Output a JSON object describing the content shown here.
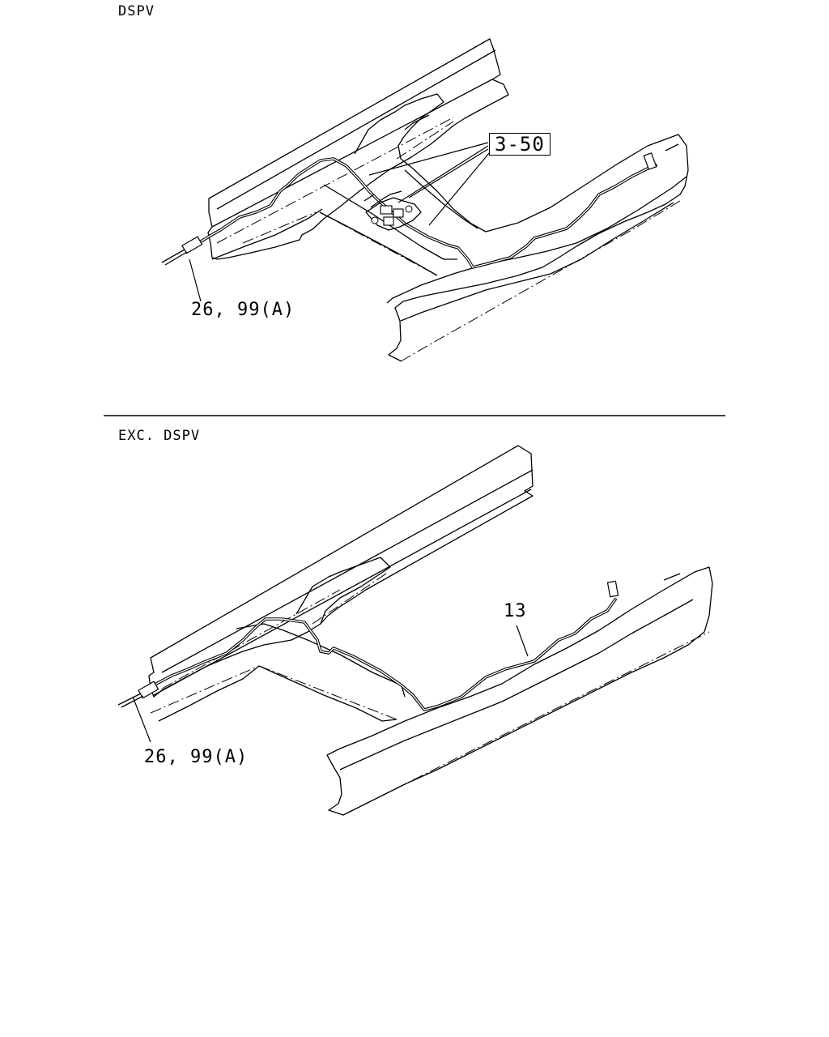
{
  "diagram": {
    "top": {
      "title": "DSPV",
      "ref_box": "3-50",
      "callout": "26, 99(A)"
    },
    "bottom": {
      "title": "EXC. DSPV",
      "part": "13",
      "callout": "26, 99(A)"
    }
  }
}
